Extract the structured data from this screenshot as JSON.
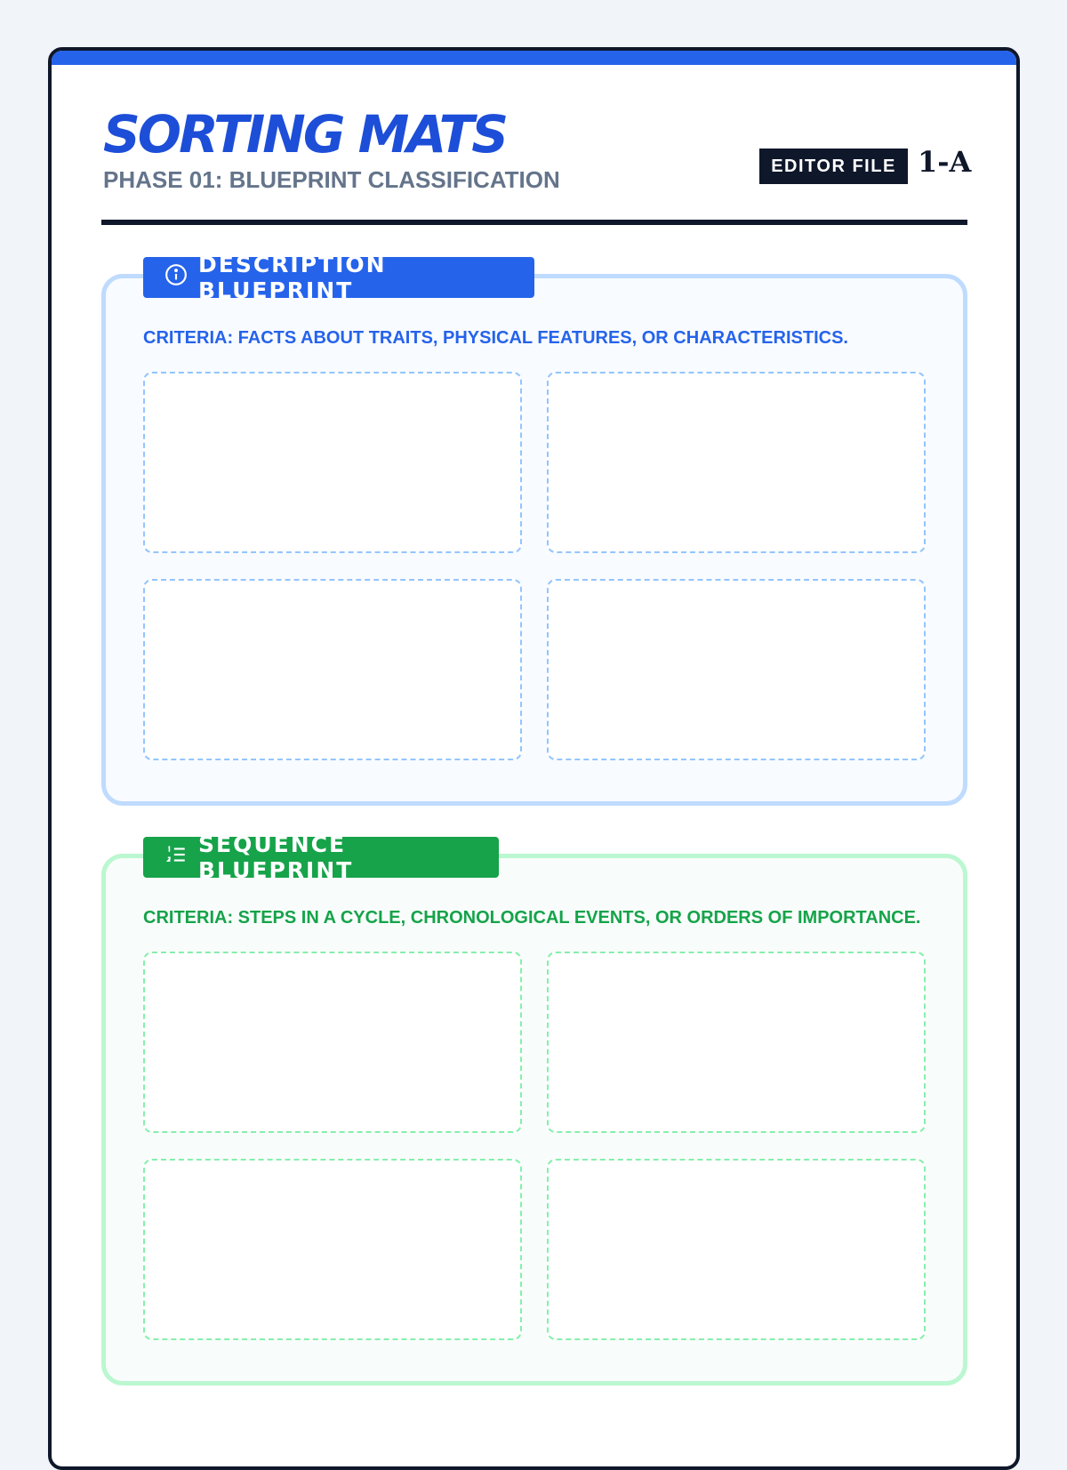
{
  "header": {
    "title": "SORTING MATS",
    "subtitle": "PHASE 01: BLUEPRINT CLASSIFICATION",
    "badge": "EDITOR FILE",
    "file_id": "1-A"
  },
  "sections": [
    {
      "title": "DESCRIPTION BLUEPRINT",
      "icon": "info-icon",
      "criteria": "CRITERIA: FACTS ABOUT TRAITS, PHYSICAL FEATURES, OR CHARACTERISTICS.",
      "color": "#2563eb"
    },
    {
      "title": "SEQUENCE BLUEPRINT",
      "icon": "numbered-list-icon",
      "criteria": "CRITERIA: STEPS IN A CYCLE, CHRONOLOGICAL EVENTS, OR ORDERS OF IMPORTANCE.",
      "color": "#16a34a"
    }
  ]
}
